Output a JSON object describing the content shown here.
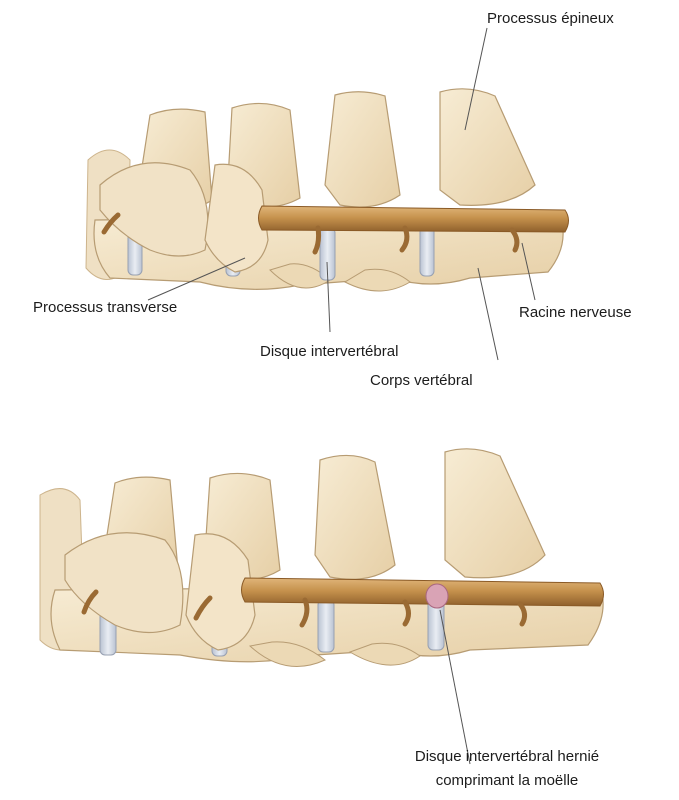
{
  "labels": {
    "spinous_process": "Processus épineux",
    "transverse_process": "Processus transverse",
    "nerve_root": "Racine nerveuse",
    "intervertebral_disc": "Disque intervertébral",
    "vertebral_body": "Corps vertébral",
    "herniated_disc_line1": "Disque intervertébral hernié",
    "herniated_disc_line2": "comprimant la moëlle"
  },
  "colors": {
    "bone": "#f3e3c3",
    "bone_shadow": "#d8bd92",
    "bone_outline": "#b79c73",
    "spinal_cord": "#c6924d",
    "spinal_cord_dark": "#9a6a33",
    "disc": "#d4dbe6",
    "herniation": "#d9a3b5",
    "leader_line": "#555555"
  },
  "panels": [
    {
      "name": "normal-spine"
    },
    {
      "name": "herniated-spine"
    }
  ]
}
